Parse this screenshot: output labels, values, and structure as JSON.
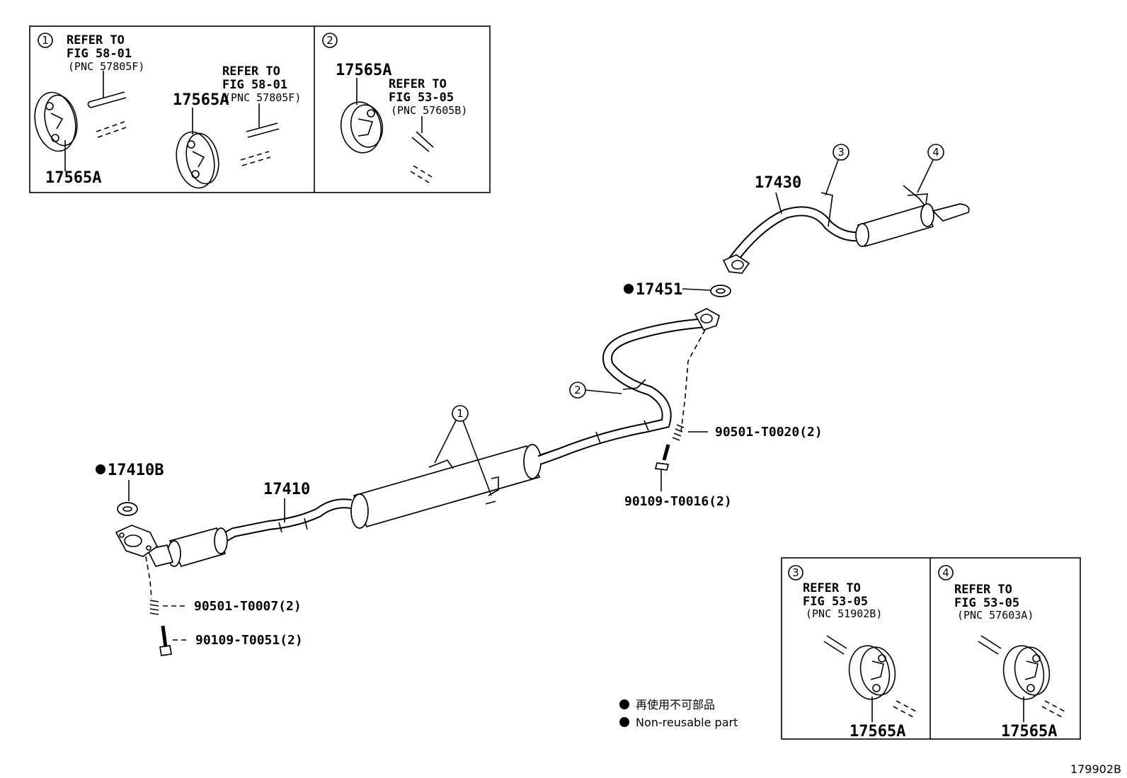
{
  "figure_code": "179902B",
  "callouts": {
    "c1": "1",
    "c2": "2",
    "c3": "3",
    "c4": "4"
  },
  "parts": {
    "p17430": "17430",
    "p17451": "17451",
    "p17410": "17410",
    "p17410B": "17410B",
    "p90501_T0020": "90501-T0020(2)",
    "p90109_T0016": "90109-T0016(2)",
    "p90501_T0007": "90501-T0007(2)",
    "p90109_T0051": "90109-T0051(2)"
  },
  "inset1": {
    "num": "1",
    "ref_a": [
      "REFER TO",
      "FIG 58-01",
      "(PNC 57805F)"
    ],
    "ref_b": [
      "REFER TO",
      "FIG 58-01",
      "(PNC 57805F)"
    ],
    "part_a": "17565A",
    "part_b": "17565A"
  },
  "inset2": {
    "num": "2",
    "part": "17565A",
    "ref": [
      "REFER TO",
      "FIG 53-05",
      "(PNC 57605B)"
    ]
  },
  "inset3": {
    "num": "3",
    "ref": [
      "REFER TO",
      "FIG 53-05",
      "(PNC 51902B)"
    ],
    "part": "17565A"
  },
  "inset4": {
    "num": "4",
    "ref": [
      "REFER TO",
      "FIG 53-05",
      "(PNC 57603A)"
    ],
    "part": "17565A"
  },
  "legend": {
    "line_jp": "再使用不可部品",
    "line_en": "Non-reusable part"
  }
}
